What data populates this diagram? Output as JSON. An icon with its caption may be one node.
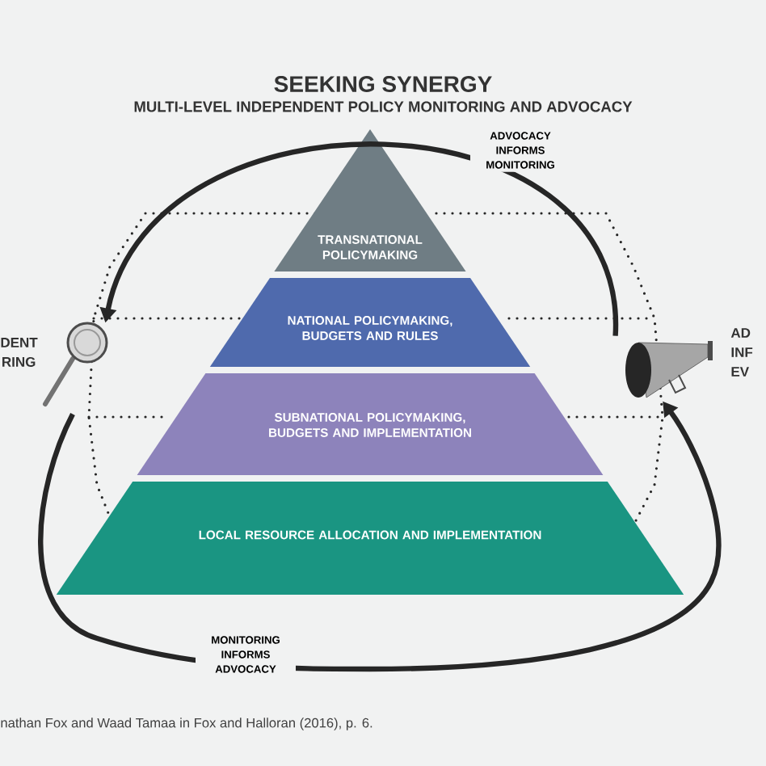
{
  "diagram": {
    "title": "SEEKING SYNERGY",
    "nodes": [
      {
        "text": [
          "TRANSNATIONAL POLICYMAKING"
        ]
      },
      {
        "text": [
          "NATIONAL POLICYMAKING, BUDGETS AND RULES"
        ]
      },
      {
        "text": [
          "SUBNATIONAL POLICYMAKING, BUDGETS AND IMPLEMENTATION"
        ]
      },
      {
        "text": [
          "LOCAL RESOURCE ALLOCATION AND IMPLEMENTATION"
        ]
      },
      {
        "text": [],
        "shape": "magnifier",
        "beside": [
          "DENT RING"
        ]
      },
      {
        "text": [],
        "shape": "megaphone",
        "beside": [
          "AD INF EV"
        ]
      }
    ],
    "edges": [
      {
        "from": 5,
        "to": 4,
        "arrow": "to",
        "label": "ADVOCACY INFORMS MONITORING"
      },
      {
        "from": 4,
        "to": 5,
        "arrow": "to",
        "label": "MONITORING INFORMS ADVOCACY"
      }
    ],
    "labels": [
      "MULTI-LEVEL INDEPENDENT POLICY MONITORING AND ADVOCACY"
    ],
    "caption": "nathan Fox and Waad Tamaa in Fox and Halloran (2016), p. 6."
  }
}
